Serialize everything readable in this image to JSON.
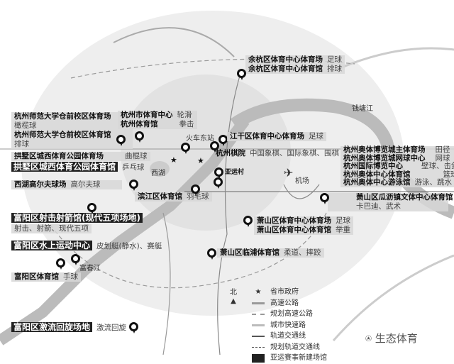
{
  "venues": {
    "yuhang_stadium": {
      "name": "余杭区体育中心体育场",
      "sport": "足球"
    },
    "yuhang_gym": {
      "name": "余杭区体育中心体育馆",
      "sport": "排球"
    },
    "hznu_stadium": {
      "name": "杭州师范大学仓前校区体育场",
      "sport": "橄榄球"
    },
    "hznu_gym": {
      "name": "杭州师范大学仓前校区体育馆",
      "sport": "排球"
    },
    "hz_sports_center": {
      "name": "杭州市体育中心",
      "sport": "轮滑"
    },
    "hz_gym": {
      "name": "杭州体育馆",
      "sport": "拳击"
    },
    "jianggan_stadium": {
      "name": "江干区体育中心体育场",
      "sport": "足球"
    },
    "gongshu_stadium": {
      "name": "拱墅区城西体育公园体育场",
      "sport": "曲棍球"
    },
    "gongshu_gym": {
      "name": "拱墅区城西体育公园体育馆",
      "sport": "乒乓球"
    },
    "chess": {
      "name": "杭州棋院",
      "sport": "中国象棋、国际象棋、围棋"
    },
    "olympic_main": {
      "name": "杭州奥体博览城主体育场",
      "sport": "田径"
    },
    "olympic_tennis": {
      "name": "杭州奥体博览城网球中心",
      "sport": "网球"
    },
    "expo": {
      "name": "杭州国际博览中心",
      "sport": "壁球、击剑"
    },
    "olympic_gym": {
      "name": "杭州奥体中心体育馆",
      "sport": "篮球"
    },
    "olympic_swim": {
      "name": "杭州奥体中心游泳馆",
      "sport": "游泳、跳水"
    },
    "golf": {
      "name": "西湖高尔夫球场",
      "sport": "高尔夫球"
    },
    "binjiang": {
      "name": "滨江区体育馆",
      "sport": "羽毛球"
    },
    "guali": {
      "name": "萧山区瓜沥镇文体中心体育馆",
      "sport": "卡巴迪、武术"
    },
    "fuyang_shooting": {
      "name": "富阳区射击射箭馆(现代五项场地)",
      "sport": "射击、射箭、现代五项"
    },
    "xiaoshan_stadium": {
      "name": "萧山区体育中心体育场",
      "sport": "足球"
    },
    "xiaoshan_gym": {
      "name": "萧山区体育中心体育馆",
      "sport": "举重"
    },
    "fuyang_water": {
      "name": "富阳区水上运动中心",
      "sport": "皮划艇(静水)、赛艇"
    },
    "linpu": {
      "name": "萧山区临浦体育馆",
      "sport": "柔道、摔跤"
    },
    "fuyang_gym": {
      "name": "富阳区体育馆",
      "sport": "手球"
    },
    "fuyang_slalom": {
      "name": "富阳区激流回旋场地",
      "sport": "激流回旋"
    }
  },
  "places": {
    "station": "火车东站",
    "west_lake": "西湖",
    "athletes_village": "亚运村",
    "airport": "机场",
    "qiantang": "钱塘江",
    "fuchun": "富春江"
  },
  "legend": {
    "north": "北",
    "items": [
      "省市政府",
      "高速公路",
      "规划高速公路",
      "城市快速路",
      "轨道交通线",
      "规划轨道交通线",
      "亚运赛事新建场馆"
    ]
  },
  "watermark": "生态体育"
}
